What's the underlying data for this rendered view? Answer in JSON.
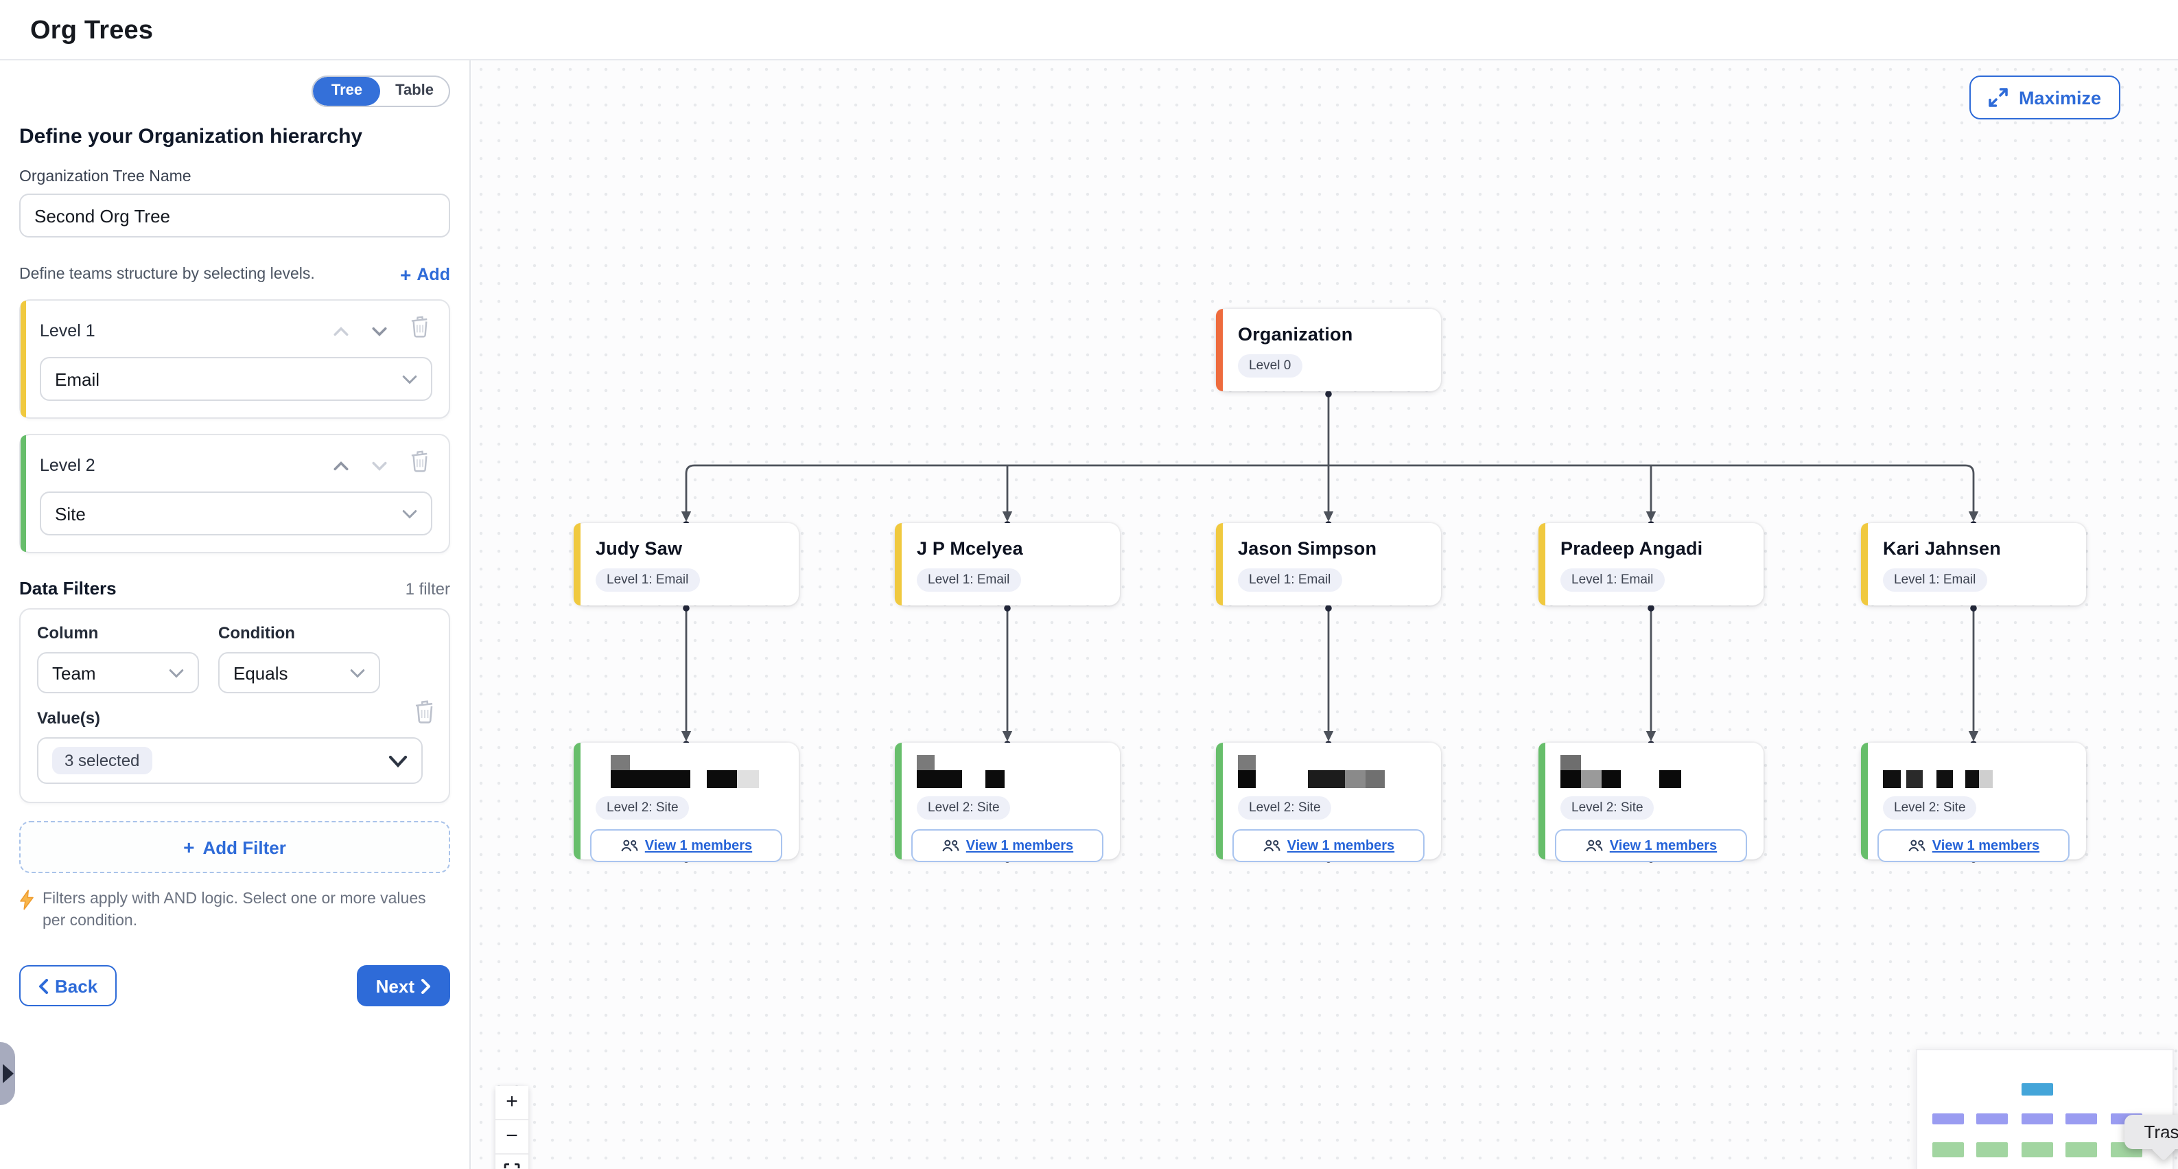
{
  "header": {
    "title": "Org Trees"
  },
  "sidebar": {
    "toggle": {
      "tree": "Tree",
      "table": "Table",
      "selected": "Tree"
    },
    "heading": "Define your Organization hierarchy",
    "tree_name": {
      "label": "Organization Tree Name",
      "value": "Second Org Tree"
    },
    "levels_caption": "Define teams structure by selecting levels.",
    "add_level_label": "Add",
    "levels": [
      {
        "label": "Level 1",
        "value": "Email",
        "accent": "#F0C93F",
        "can_move_up": false,
        "can_move_down": true
      },
      {
        "label": "Level 2",
        "value": "Site",
        "accent": "#67BE6B",
        "can_move_up": true,
        "can_move_down": false
      }
    ],
    "filters": {
      "title": "Data Filters",
      "count": "1 filter",
      "column_label": "Column",
      "column_value": "Team",
      "condition_label": "Condition",
      "condition_value": "Equals",
      "values_label": "Value(s)",
      "values_value": "3 selected"
    },
    "add_filter_label": "Add Filter",
    "note": "Filters apply with AND logic. Select one or more values per condition.",
    "back_label": "Back",
    "next_label": "Next"
  },
  "canvas": {
    "maximize_label": "Maximize",
    "root": {
      "title": "Organization",
      "badge": "Level 0",
      "accent": "#EE6B3D"
    },
    "level1": {
      "badge": "Level 1: Email",
      "accent": "#F0C93F",
      "nodes": [
        "Judy Saw",
        "J P Mcelyea",
        "Jason Simpson",
        "Pradeep Angadi",
        "Kari Jahnsen"
      ]
    },
    "level2": {
      "badge": "Level 2: Site",
      "accent": "#67BE6B",
      "members_label": "View 1 members",
      "redactions": [
        [
          {
            "sp": 11
          },
          {
            "w": 14,
            "h": 24,
            "c": "#7a7a7a",
            "c2": "#0c0c0c"
          },
          {
            "w": 44,
            "h": 13,
            "c": "#0c0c0c"
          },
          {
            "sp": 12
          },
          {
            "w": 22,
            "h": 13,
            "c": "#0c0c0c"
          },
          {
            "w": 16,
            "h": 13,
            "c": "#e0e0e0"
          }
        ],
        [
          {
            "w": 13,
            "h": 24,
            "c": "#7a7a7a",
            "c2": "#0c0c0c"
          },
          {
            "w": 20,
            "h": 13,
            "c": "#0c0c0c"
          },
          {
            "sp": 17
          },
          {
            "w": 14,
            "h": 13,
            "c": "#0c0c0c"
          }
        ],
        [
          {
            "w": 13,
            "h": 24,
            "c": "#7a7a7a",
            "c2": "#0a0a0a"
          },
          {
            "sp": 38
          },
          {
            "w": 27,
            "h": 13,
            "c": "#1c1c1c"
          },
          {
            "w": 15,
            "h": 13,
            "c": "#8a8a8a"
          },
          {
            "w": 14,
            "h": 13,
            "c": "#707070"
          }
        ],
        [
          {
            "w": 15,
            "h": 24,
            "c": "#6e6e6e",
            "c2": "#0a0a0a"
          },
          {
            "w": 15,
            "h": 13,
            "c": "#9a9a9a"
          },
          {
            "w": 14,
            "h": 13,
            "c": "#0a0a0a"
          },
          {
            "sp": 28
          },
          {
            "w": 16,
            "h": 13,
            "c": "#0a0a0a"
          }
        ],
        [
          {
            "w": 13,
            "h": 13,
            "c": "#101010"
          },
          {
            "sp": 4
          },
          {
            "w": 12,
            "h": 13,
            "c": "#2a2a2a"
          },
          {
            "sp": 10
          },
          {
            "w": 12,
            "h": 13,
            "c": "#101010"
          },
          {
            "sp": 9
          },
          {
            "w": 10,
            "h": 13,
            "c": "#101010"
          },
          {
            "w": 10,
            "h": 13,
            "c": "#cfcfcf"
          }
        ]
      ]
    },
    "zoom_controls": {
      "zoom_in": "+",
      "zoom_out": "−"
    },
    "minimap": {
      "root_color": "#44A5D9",
      "level1_color": "#9A9CF1",
      "level2_color": "#A2D5A1"
    },
    "tooltip": "Trash"
  }
}
